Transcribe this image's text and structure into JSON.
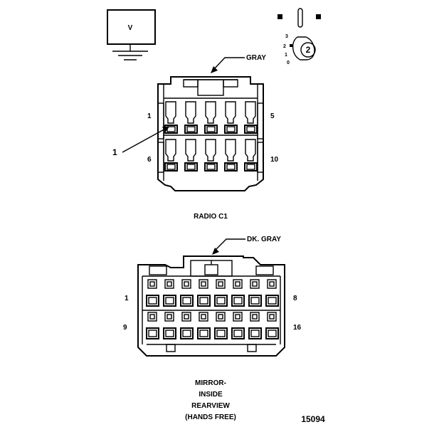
{
  "legend": {
    "voltage_symbol": "V",
    "icon_voltmeter": "voltmeter-ground-icon",
    "icon_pin_view": "pin-view-icon",
    "pin_view_number": "2",
    "pin_scale": [
      "3",
      "2",
      "1",
      "0"
    ]
  },
  "connector_radio": {
    "color_label": "GRAY",
    "caption": "RADIO C1",
    "pin_first_top": "1",
    "pin_last_top": "5",
    "pin_first_bottom": "6",
    "pin_last_bottom": "10",
    "callout": "1"
  },
  "connector_mirror": {
    "color_label": "DK. GRAY",
    "caption_lines": [
      "MIRROR-",
      "INSIDE",
      "REARVIEW",
      "(HANDS FREE)"
    ],
    "pin_first_top": "1",
    "pin_last_top": "8",
    "pin_first_bottom": "9",
    "pin_last_bottom": "16"
  },
  "figure_number": "15094",
  "colors": {
    "line": "#000000",
    "background": "#ffffff"
  }
}
